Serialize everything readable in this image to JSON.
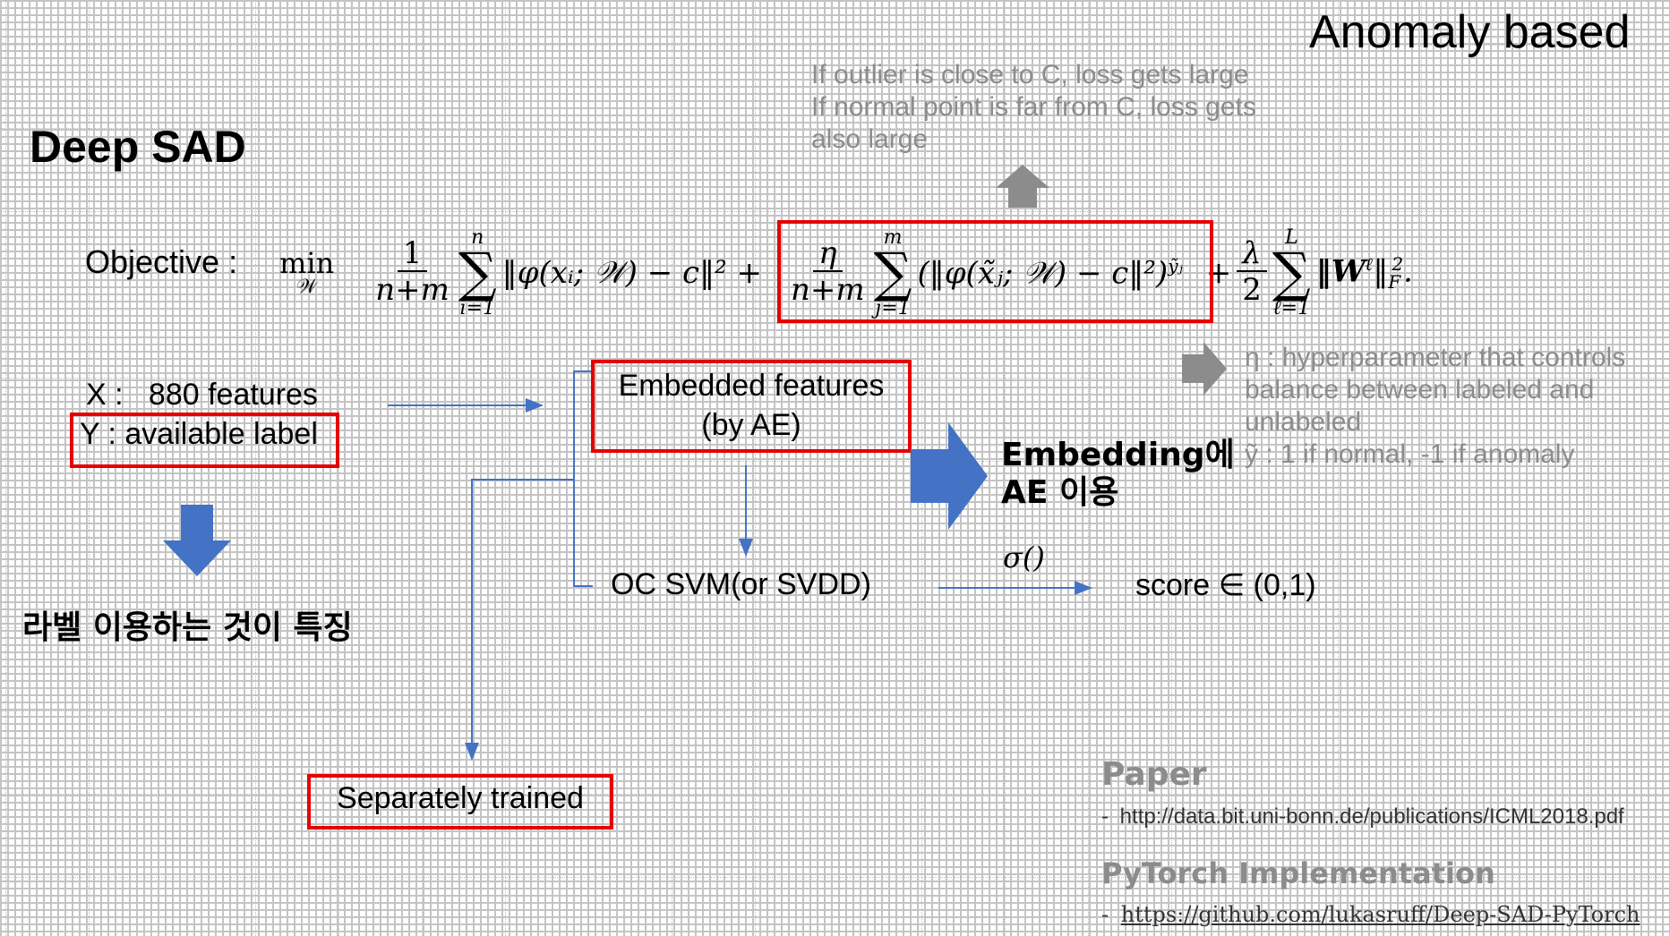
{
  "header": {
    "corner_title": "Anomaly based",
    "slide_title": "Deep SAD"
  },
  "objective": {
    "label": "Objective :",
    "formula": {
      "min": "min",
      "min_sub": "𝒲",
      "frac1_num": "1",
      "frac1_den": "n+m",
      "sum1_top": "n",
      "sum1_bot": "i=1",
      "term1": "‖φ(xᵢ; 𝒲) − c‖²  +",
      "frac2_num": "η",
      "frac2_den": "n+m",
      "sum2_top": "m",
      "sum2_bot": "j=1",
      "term2": "(‖φ(x̃ⱼ; 𝒲) − c‖²)",
      "term2_exp": "ỹⱼ",
      "plus": "+",
      "frac3_num": "λ",
      "frac3_den": "2",
      "sum3_top": "L",
      "sum3_bot": "ℓ=1",
      "term3": "‖W",
      "term3_sup": "ℓ",
      "term3_end": "‖",
      "term3_sub": "F",
      "term3_sup2": "2",
      "period": "."
    }
  },
  "loss_note": {
    "line1": "If outlier is close to C, loss gets large",
    "line2": "If normal point is far from C, loss gets",
    "line3": "also large"
  },
  "hyper_note": {
    "line1": "η : hyperparameter that controls",
    "line2": "balance between labeled and",
    "line3": "unlabeled",
    "line4": "ỹ : 1 if normal, -1 if anomaly"
  },
  "inputs": {
    "x_line": "X :   880 features",
    "y_line": "Y : available label"
  },
  "feature_note": "라벨 이용하는 것이 특징",
  "embedded_box": {
    "line1": "Embedded features",
    "line2": "(by AE)"
  },
  "embedding_note": {
    "line1": "Embedding에",
    "line2": "AE 이용"
  },
  "ocsvm_label": "OC SVM(or SVDD)",
  "sigma_label": "σ()",
  "score_label": "score ∈ (0,1)",
  "separately_trained": "Separately trained",
  "references": {
    "paper_heading": "Paper",
    "paper_dash": "-",
    "paper_url": "http://data.bit.uni-bonn.de/publications/ICML2018.pdf",
    "pytorch_heading": "PyTorch Implementation",
    "pytorch_dash": "-",
    "pytorch_url": "https://github.com/lukasruff/Deep-SAD-PyTorch"
  },
  "colors": {
    "red": "#e60000",
    "blue": "#4472c4",
    "gray_arrow": "#8c8c8c",
    "gray_text": "#8c8c8c"
  }
}
